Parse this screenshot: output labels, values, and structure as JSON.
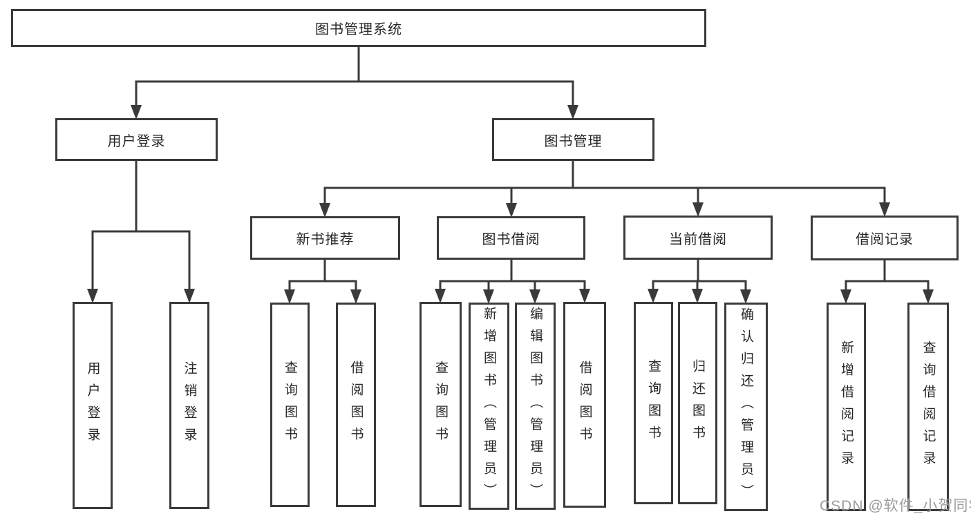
{
  "tree": {
    "label": "图书管理系统",
    "children": [
      {
        "label": "用户登录",
        "children": [
          {
            "label": "用户登录"
          },
          {
            "label": "注销登录"
          }
        ]
      },
      {
        "label": "图书管理",
        "children": [
          {
            "label": "新书推荐",
            "children": [
              {
                "label": "查询图书"
              },
              {
                "label": "借阅图书"
              }
            ]
          },
          {
            "label": "图书借阅",
            "children": [
              {
                "label": "查询图书"
              },
              {
                "label": "新增图书（管理员）"
              },
              {
                "label": "编辑图书（管理员）"
              },
              {
                "label": "借阅图书"
              }
            ]
          },
          {
            "label": "当前借阅",
            "children": [
              {
                "label": "查询图书"
              },
              {
                "label": "归还图书"
              },
              {
                "label": "确认归还（管理员）"
              }
            ]
          },
          {
            "label": "借阅记录",
            "children": [
              {
                "label": "新增借阅记录"
              },
              {
                "label": "查询借阅记录"
              }
            ]
          }
        ]
      }
    ]
  },
  "watermark": "CSDN @软件_小贺同学",
  "colors": {
    "line": "#3a3a3a",
    "text": "#262626",
    "watermark": "#9c9c9c",
    "background": "#ffffff"
  }
}
